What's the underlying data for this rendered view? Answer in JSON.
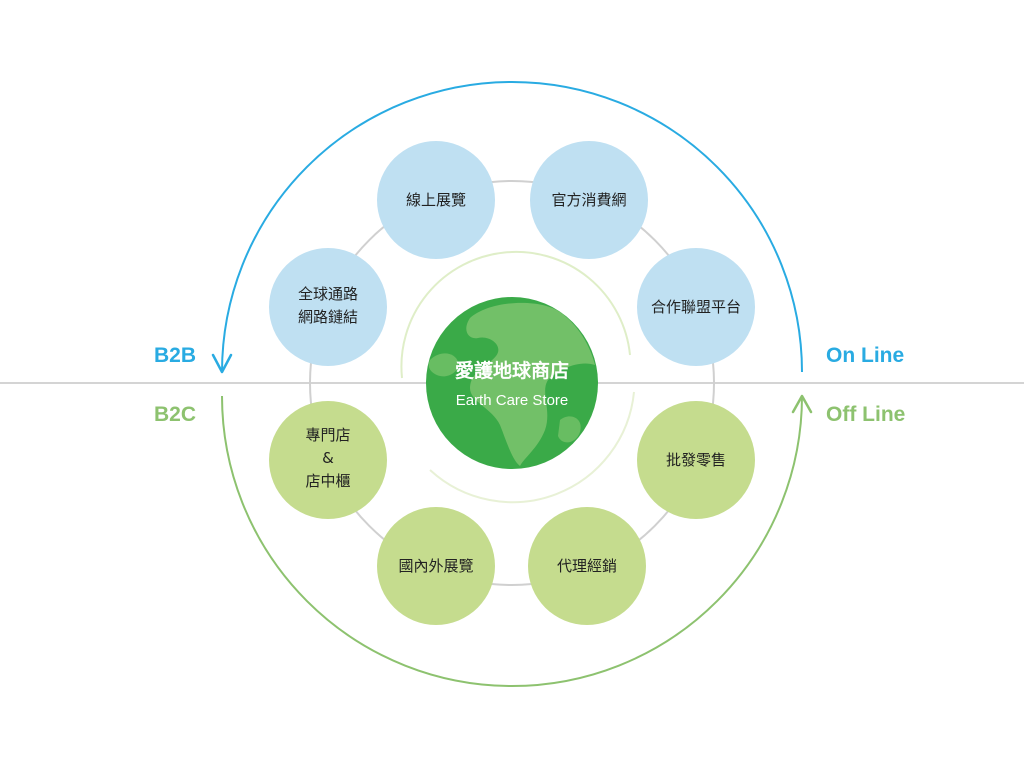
{
  "labels": {
    "b2b": "B2B",
    "b2c": "B2C",
    "online": "On Line",
    "offline": "Off Line"
  },
  "center": {
    "title": "愛護地球商店",
    "subtitle": "Earth Care Store"
  },
  "online_nodes": [
    {
      "lines": [
        "線上展覽"
      ]
    },
    {
      "lines": [
        "官方消費網"
      ]
    },
    {
      "lines": [
        "合作聯盟平台"
      ]
    },
    {
      "lines": [
        "全球通路",
        "網路鏈結"
      ]
    }
  ],
  "offline_nodes": [
    {
      "lines": [
        "專門店",
        "&",
        "店中櫃"
      ]
    },
    {
      "lines": [
        "批發零售"
      ]
    },
    {
      "lines": [
        "國內外展覽"
      ]
    },
    {
      "lines": [
        "代理經銷"
      ]
    }
  ],
  "colors": {
    "online_blue": "#29abe2",
    "offline_green": "#8dc26f",
    "online_node_fill": "#bfe0f2",
    "offline_node_fill": "#c5dc8e",
    "globe_green": "#3aaa48",
    "globe_land_light": "#7cc46e",
    "divider_gray": "#aaaaaa"
  }
}
